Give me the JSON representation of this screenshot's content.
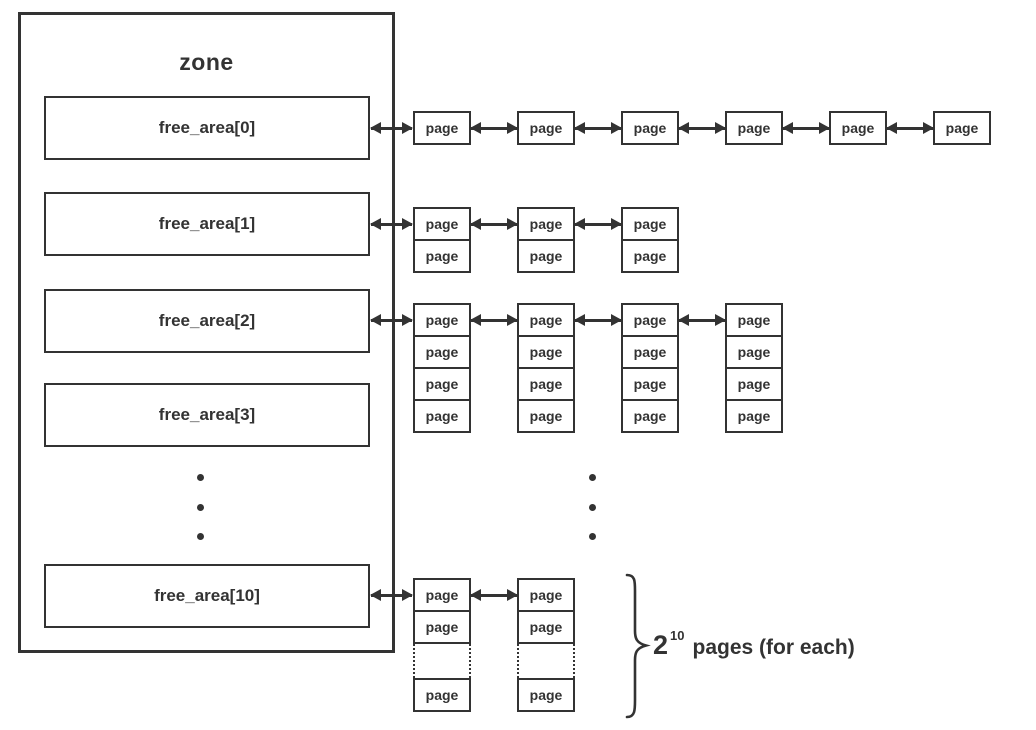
{
  "zone": {
    "title": "zone"
  },
  "page_label": "page",
  "free_areas": [
    {
      "label": "free_area[0]",
      "list": {
        "columns": 6,
        "rows_per_column": 1,
        "truncated": false,
        "rows_after_gap": 0
      }
    },
    {
      "label": "free_area[1]",
      "list": {
        "columns": 3,
        "rows_per_column": 2,
        "truncated": false,
        "rows_after_gap": 0
      }
    },
    {
      "label": "free_area[2]",
      "list": {
        "columns": 4,
        "rows_per_column": 4,
        "truncated": false,
        "rows_after_gap": 0
      }
    },
    {
      "label": "free_area[3]",
      "list": null
    },
    {
      "label": "free_area[10]",
      "list": {
        "columns": 2,
        "rows_per_column": 2,
        "truncated": true,
        "rows_after_gap": 1
      }
    }
  ],
  "ellipsis": {
    "zone_column": true,
    "pages_column": true,
    "dots_count": 3
  },
  "annotation": {
    "base": "2",
    "exponent": "10",
    "text": "pages (for each)"
  },
  "colors": {
    "line": "#333333",
    "background": "#ffffff",
    "text": "#333333"
  }
}
